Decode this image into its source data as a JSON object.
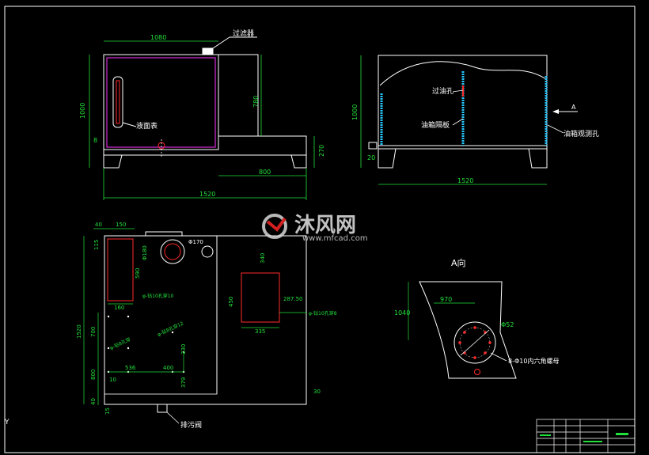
{
  "colors": {
    "background": "#000000",
    "outline": "#ffffff",
    "dimension": "#22e03a",
    "label": "#ffffff",
    "magenta": "#ff33ff",
    "red": "#ff2a2a",
    "cyan": "#27c8ff",
    "watermark": "#d8d8d8"
  },
  "front_view": {
    "dims": {
      "top": "1080",
      "height_left": "1000",
      "small_left": "8",
      "mid_right": "780",
      "right_small": "270",
      "base": "800",
      "total": "1520"
    },
    "labels": {
      "filter": "过滤器",
      "level_gauge": "液面表"
    }
  },
  "side_view": {
    "dims": {
      "height": "1000",
      "small": "20",
      "total": "1520"
    },
    "labels": {
      "oil_hole": "过油孔",
      "baffle": "油箱隔板",
      "observe_hole": "油箱观测孔",
      "arrow_a": "A"
    }
  },
  "plan_view": {
    "dims": {
      "d40": "40",
      "d150": "150",
      "d115": "115",
      "phi170": "Φ170",
      "phi180": "Φ180",
      "d590": "590",
      "d160": "160",
      "d340": "340",
      "d450": "450",
      "d335": "335",
      "d287": "287.50",
      "d1520": "1520",
      "d700": "700",
      "d800": "800",
      "d10": "10",
      "d40b": "40",
      "d15": "15",
      "d536": "536",
      "d400": "400",
      "d330": "330",
      "d379": "379",
      "d30": "30"
    },
    "labels": {
      "note1": "φ-钻10孔穿10",
      "note2": "φ-钻10孔穿8",
      "note3": "φ-钻8孔穿12",
      "note4": "φ-钻8孔穿",
      "drain_valve": "排污阀"
    }
  },
  "view_a": {
    "title": "A向",
    "dims": {
      "w970": "970",
      "h1040": "1040",
      "phi": "Φ52"
    },
    "labels": {
      "bolt": "8-Φ10内六角螺母"
    }
  },
  "watermark": {
    "brand": "沐风网",
    "url": "www.mfcad.com"
  },
  "misc": {
    "axis_y": "Y"
  }
}
